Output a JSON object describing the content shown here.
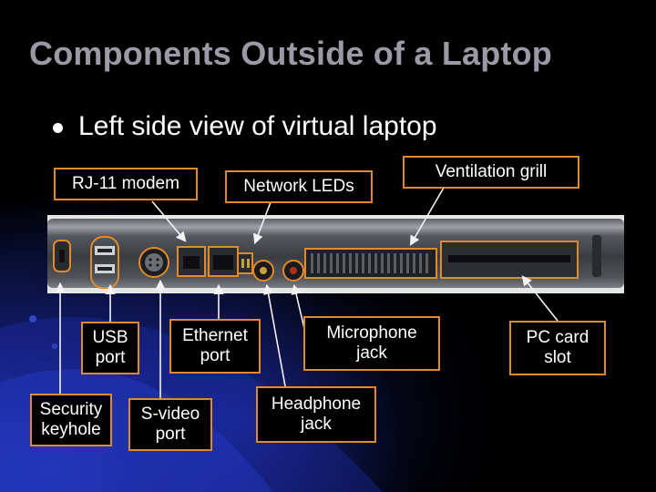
{
  "slide": {
    "title": "Components Outside of a Laptop",
    "bullet": "Left side view of virtual laptop"
  },
  "labels": {
    "rj11_modem": "RJ-11 modem",
    "network_leds": "Network LEDs",
    "ventilation_grill": "Ventilation grill",
    "usb_port": "USB\nport",
    "ethernet_port": "Ethernet\nport",
    "microphone_jack": "Microphone\njack",
    "pc_card_slot": "PC card\nslot",
    "security_keyhole": "Security\nkeyhole",
    "svideo_port": "S-video\nport",
    "headphone_jack": "Headphone\njack"
  },
  "colors": {
    "callout_border": "#e08a2c",
    "title_text": "#9a9aa6",
    "body_text": "#ffffff",
    "background_dark": "#000000",
    "background_blue": "#1a2a8c"
  }
}
